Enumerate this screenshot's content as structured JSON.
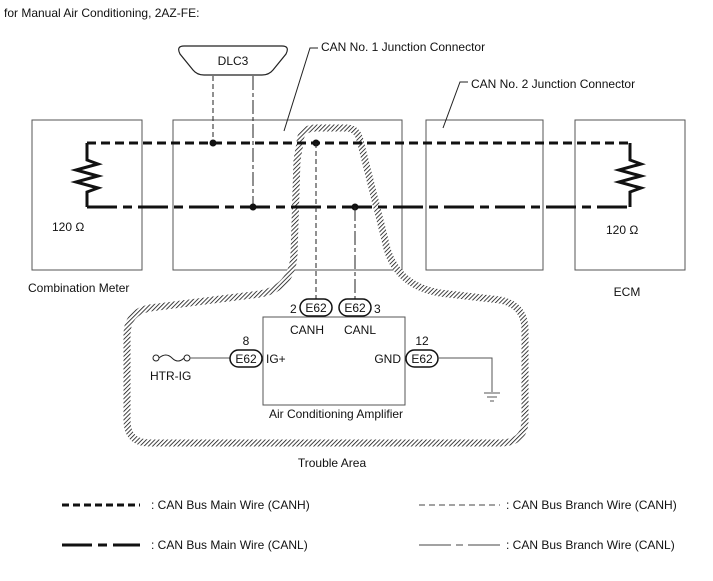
{
  "heading": "for Manual Air Conditioning, 2AZ-FE:",
  "components": {
    "dlc3": "DLC3",
    "junction1": "CAN No. 1 Junction Connector",
    "junction2": "CAN No. 2 Junction Connector",
    "combination_meter": "Combination Meter",
    "ecm": "ECM",
    "amplifier": "Air Conditioning Amplifier",
    "trouble_area": "Trouble Area"
  },
  "resistors": {
    "meter": "120 Ω",
    "ecm": "120 Ω"
  },
  "connectors": {
    "canh": {
      "id": "E62",
      "pin": "2",
      "signal": "CANH"
    },
    "canl": {
      "id": "E62",
      "pin": "3",
      "signal": "CANL"
    },
    "ig": {
      "id": "E62",
      "pin": "8",
      "signal": "IG+"
    },
    "gnd": {
      "id": "E62",
      "pin": "12",
      "signal": "GND"
    }
  },
  "fuse": "HTR-IG",
  "legend": [
    {
      "text": ": CAN Bus Main Wire (CANH)"
    },
    {
      "text": ": CAN Bus Main Wire (CANL)"
    },
    {
      "text": ": CAN Bus Branch Wire (CANH)"
    },
    {
      "text": ": CAN Bus Branch Wire (CANL)"
    }
  ]
}
